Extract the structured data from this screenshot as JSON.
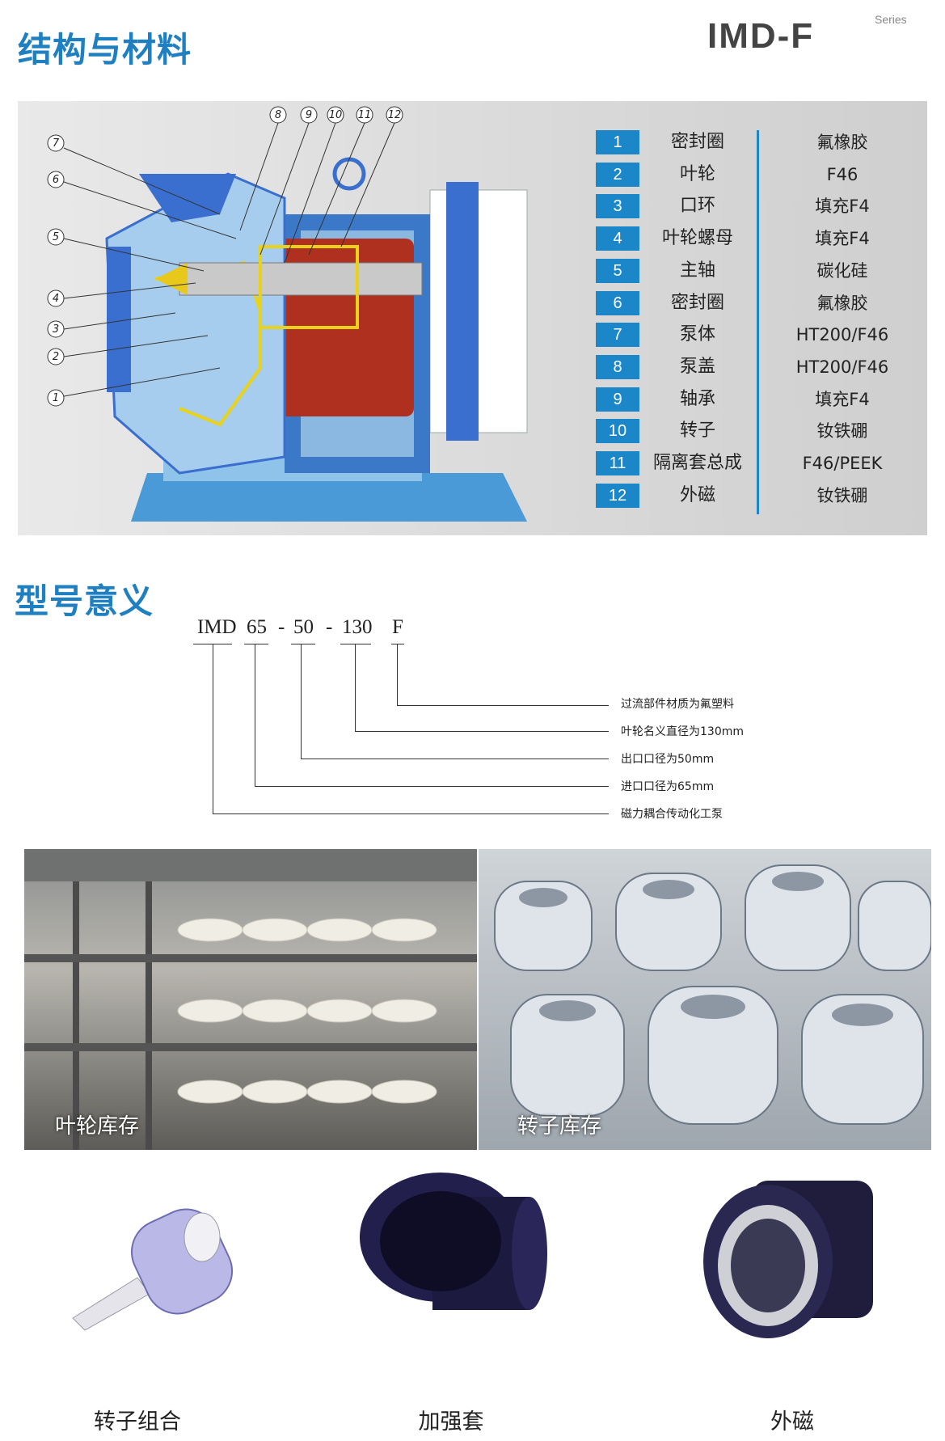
{
  "header": {
    "section1_title": "结构与材料",
    "brand": "IMD-F",
    "series": "Series"
  },
  "diagram": {
    "callouts": [
      "1",
      "2",
      "3",
      "4",
      "5",
      "6",
      "7",
      "8",
      "9",
      "10",
      "11",
      "12"
    ]
  },
  "materials": {
    "rows": [
      {
        "num": "1",
        "part": "密封圈",
        "material": "氟橡胶"
      },
      {
        "num": "2",
        "part": "叶轮",
        "material": "F46"
      },
      {
        "num": "3",
        "part": "口环",
        "material": "填充F4"
      },
      {
        "num": "4",
        "part": "叶轮螺母",
        "material": "填充F4"
      },
      {
        "num": "5",
        "part": "主轴",
        "material": "碳化硅"
      },
      {
        "num": "6",
        "part": "密封圈",
        "material": "氟橡胶"
      },
      {
        "num": "7",
        "part": "泵体",
        "material": "HT200/F46"
      },
      {
        "num": "8",
        "part": "泵盖",
        "material": "HT200/F46"
      },
      {
        "num": "9",
        "part": "轴承",
        "material": "填充F4"
      },
      {
        "num": "10",
        "part": "转子",
        "material": "钕铁硼"
      },
      {
        "num": "11",
        "part": "隔离套总成",
        "material": "F46/PEEK"
      },
      {
        "num": "12",
        "part": "外磁",
        "material": "钕铁硼"
      }
    ]
  },
  "model": {
    "section2_title": "型号意义",
    "segments": [
      "IMD",
      "65",
      "-",
      "50",
      "-",
      "130",
      "F"
    ],
    "meanings": [
      "过流部件材质为氟塑料",
      "叶轮名义直径为130mm",
      "出口口径为50mm",
      "进口口径为65mm",
      "磁力耦合传动化工泵"
    ]
  },
  "photos": {
    "left_caption": "叶轮库存",
    "right_caption": "转子库存"
  },
  "products": {
    "items": [
      "转子组合",
      "加强套",
      "外磁"
    ]
  },
  "colors": {
    "accent": "#1e7fc1",
    "number_box": "#1b87c9"
  }
}
